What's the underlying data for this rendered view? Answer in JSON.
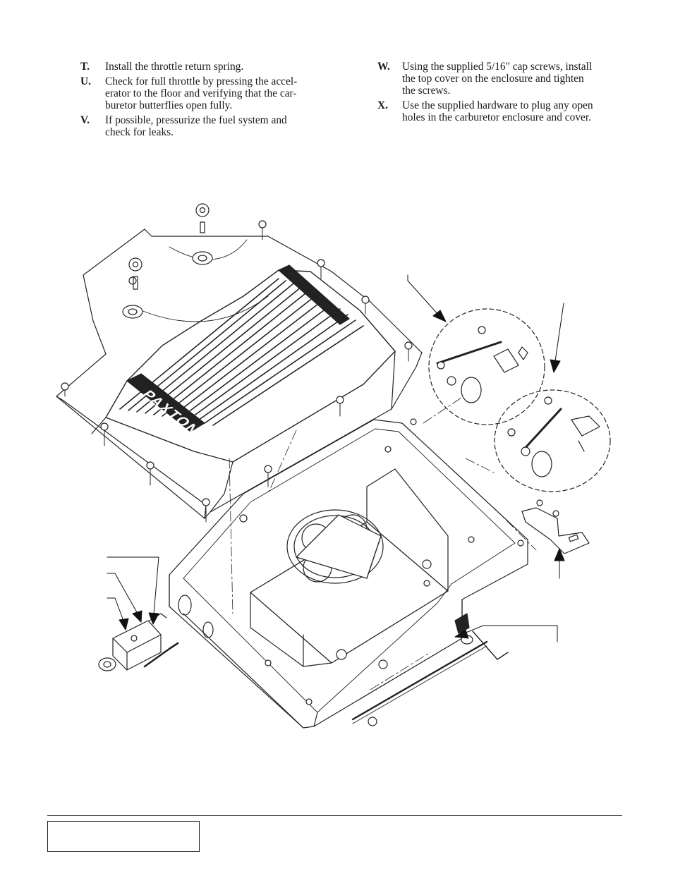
{
  "steps_left": [
    {
      "letter": "T.",
      "lines": [
        "Install the throttle return spring."
      ]
    },
    {
      "letter": "U.",
      "lines": [
        "Check for full throttle by pressing the accel-",
        "erator to the floor and verifying that the car-",
        "buretor butterflies open fully."
      ]
    },
    {
      "letter": "V.",
      "lines": [
        "If possible, pressurize the fuel system and",
        "check for leaks."
      ]
    }
  ],
  "steps_right": [
    {
      "letter": "W.",
      "lines": [
        "Using the supplied 5/16\" cap screws, install",
        "the top cover on the enclosure and tighten",
        "the screws."
      ]
    },
    {
      "letter": "X.",
      "lines": [
        "Use the supplied hardware to plug any open",
        "holes in the carburetor enclosure and cover."
      ]
    }
  ],
  "figure": {
    "cover_logo": "PAXTON"
  }
}
